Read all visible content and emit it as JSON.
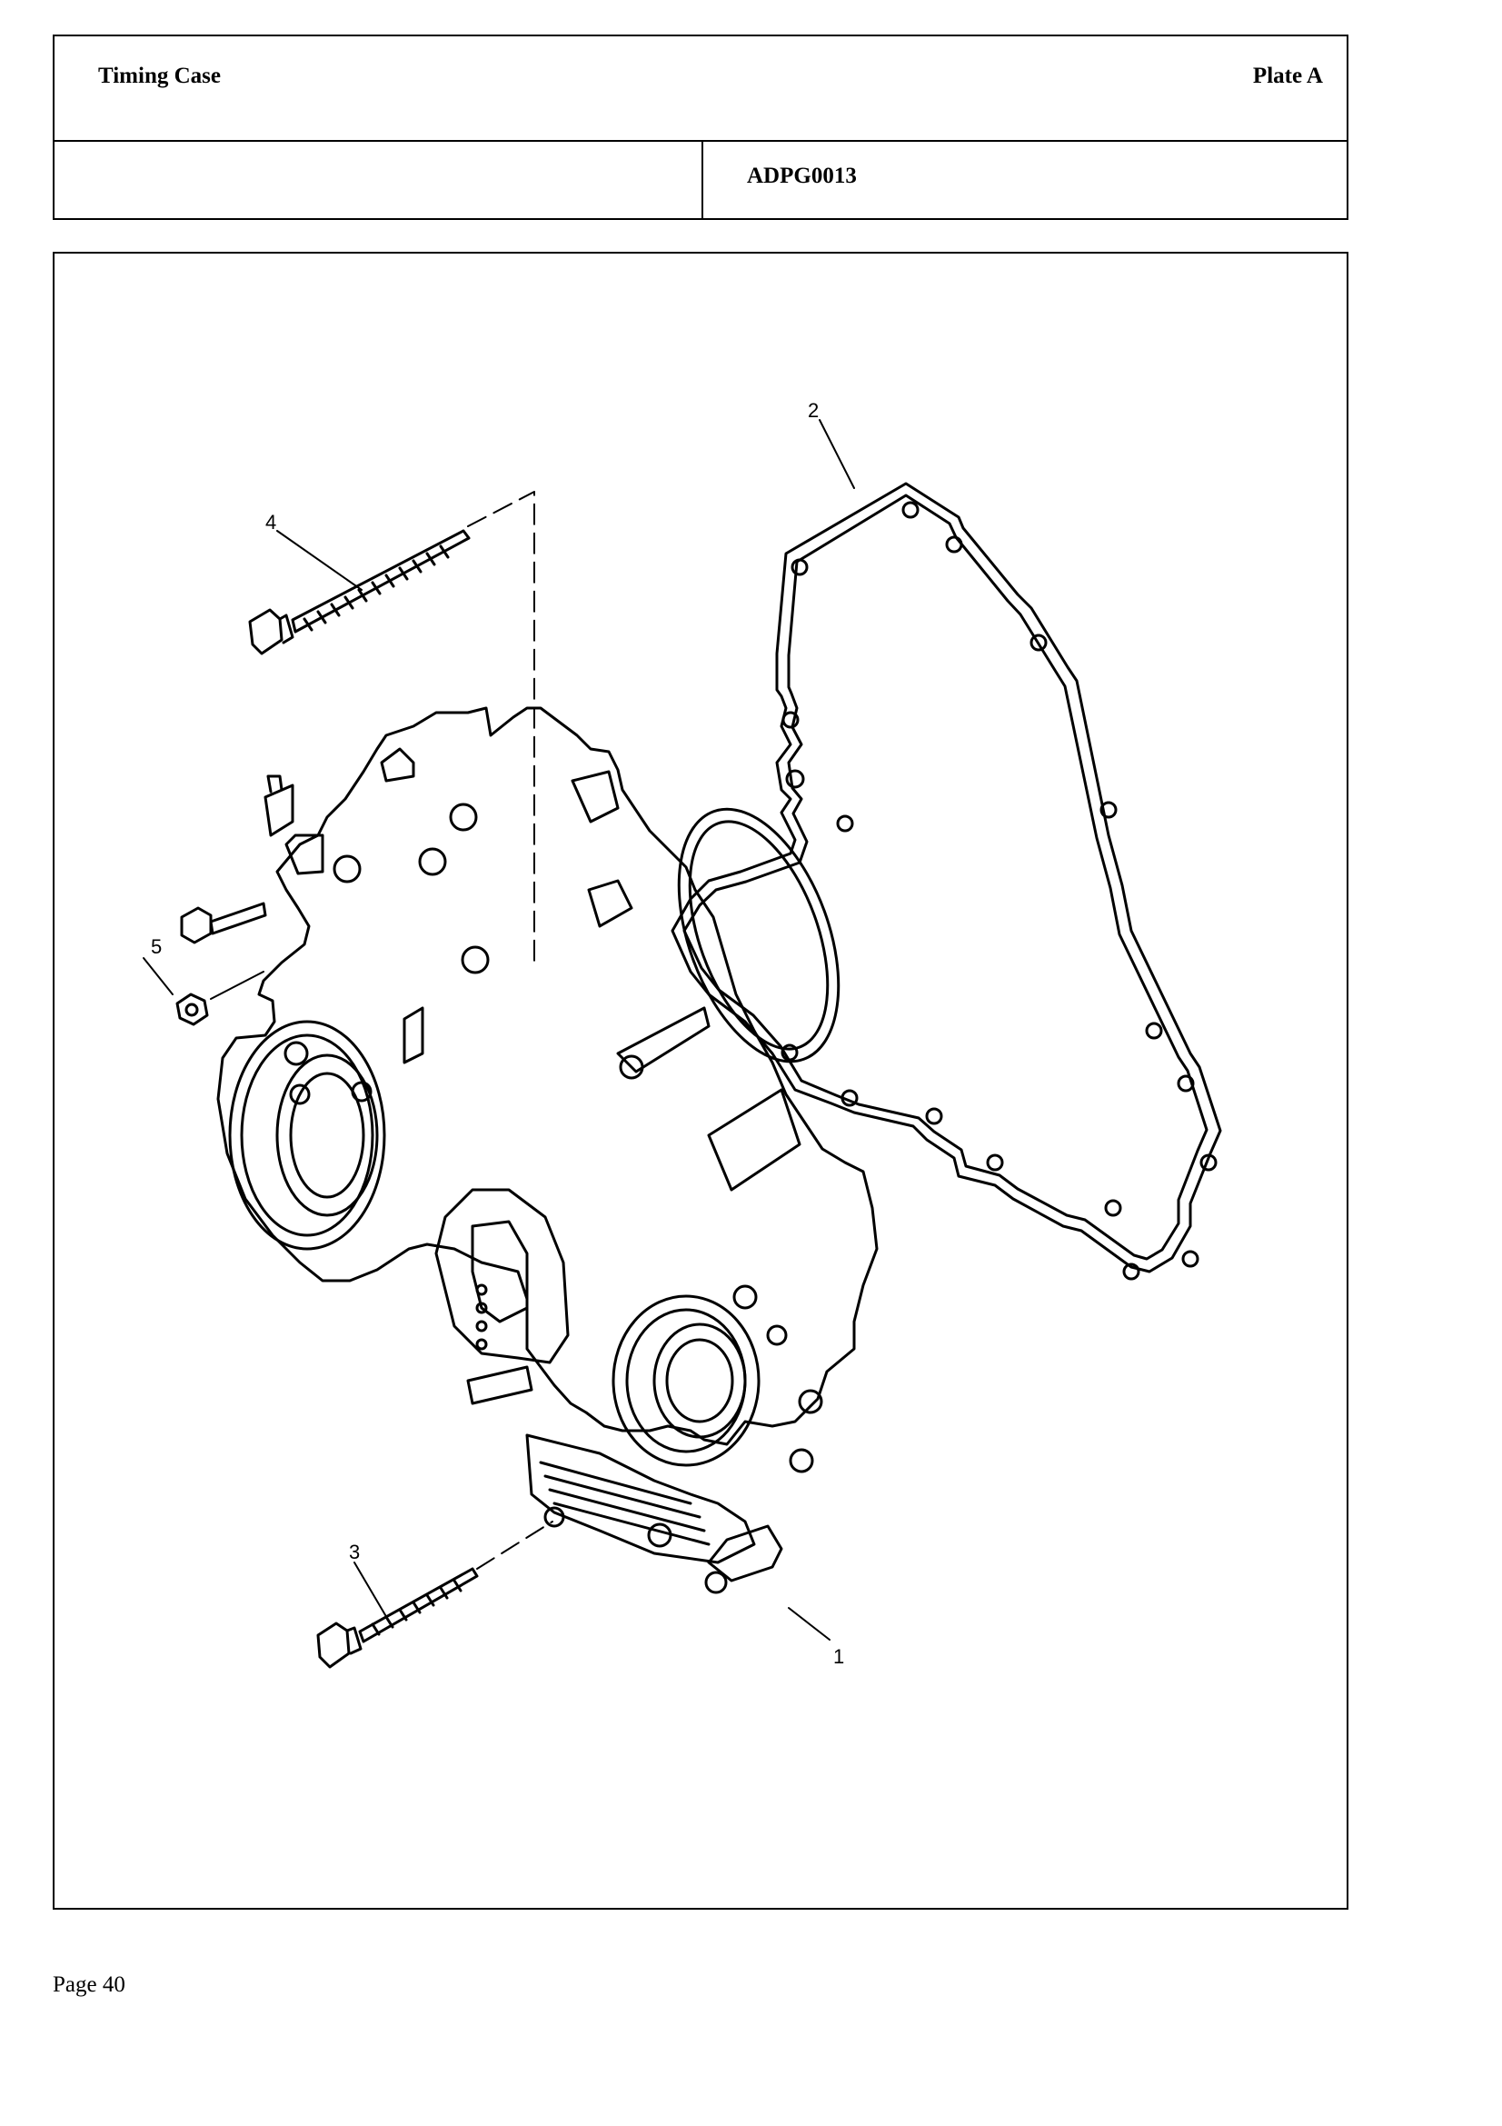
{
  "header": {
    "title": "Timing Case",
    "plate": "Plate A",
    "code": "ADPG0013"
  },
  "diagram": {
    "callouts": [
      "1",
      "2",
      "3",
      "4",
      "5"
    ]
  },
  "footer": {
    "page": "Page 40"
  }
}
